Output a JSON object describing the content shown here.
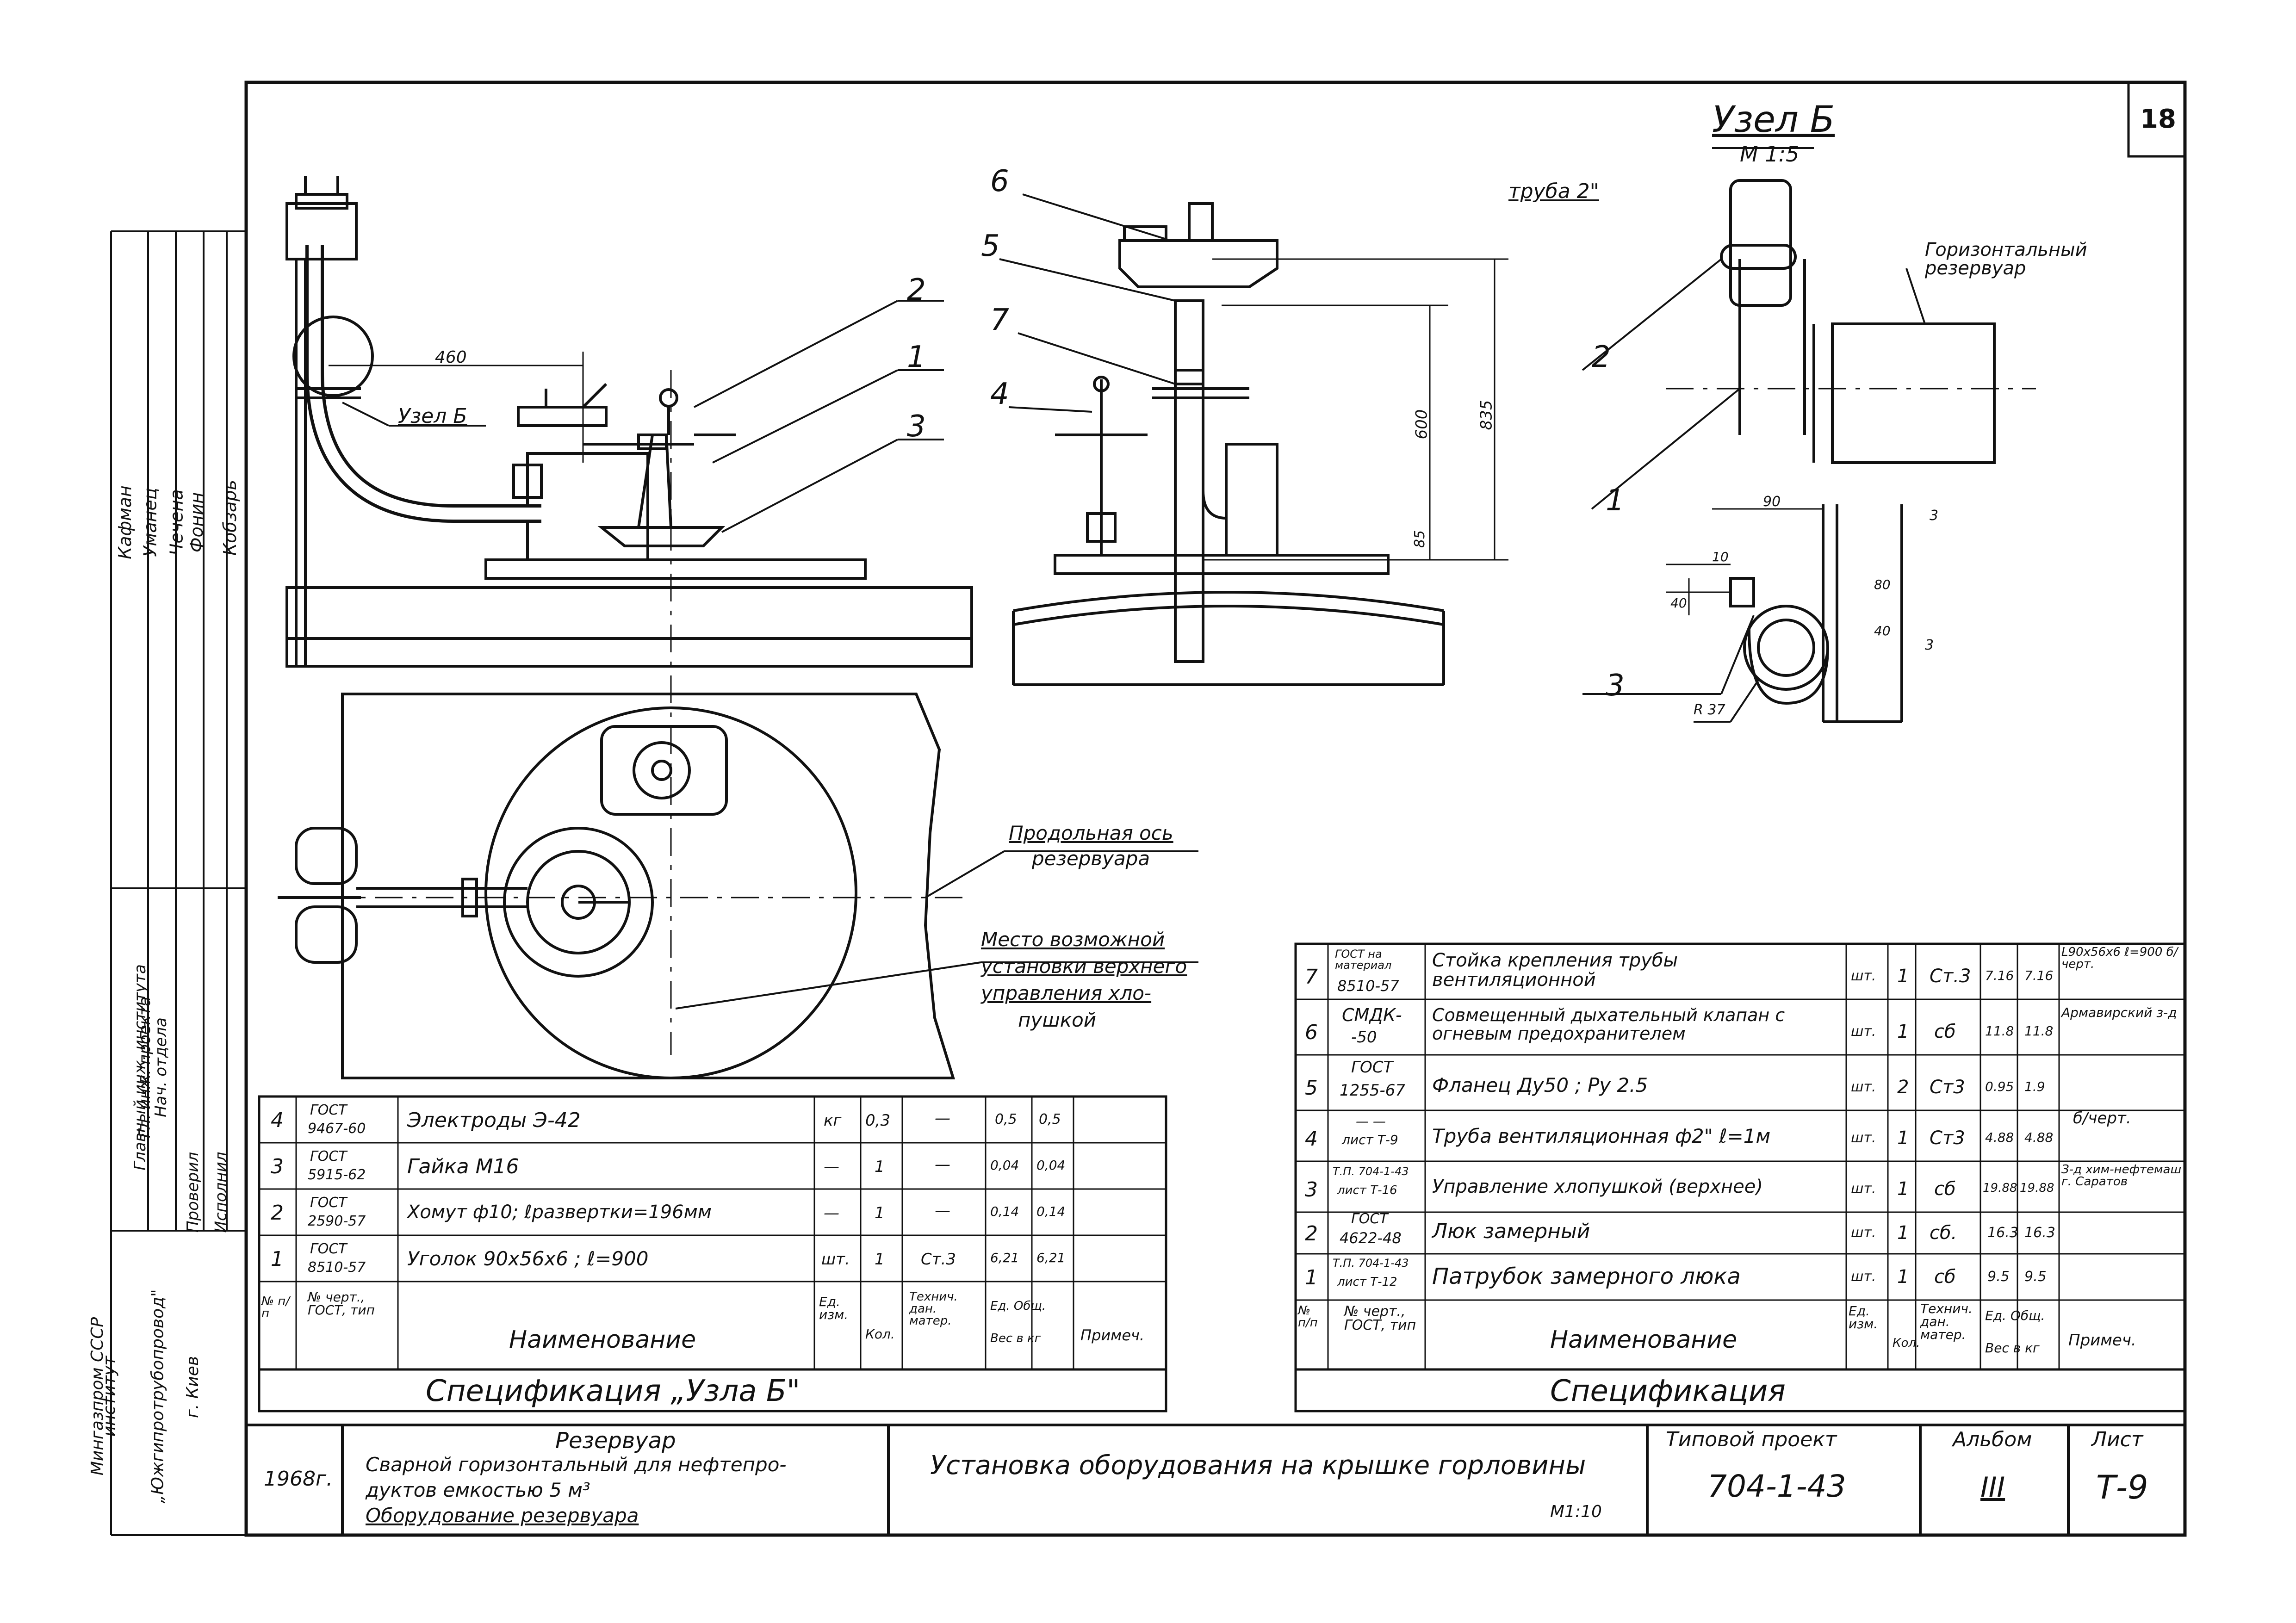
{
  "sheet_number": "18",
  "detail_b": {
    "title": "Узел Б",
    "scale": "М 1:5",
    "pipe": "труба 2\"",
    "tank": "Горизонтальный резервуар",
    "pos2": "2",
    "pos1": "1",
    "pos3": "3",
    "dim_90": "90",
    "dim_3a": "3",
    "dim_3b": "3",
    "dim_10": "10",
    "dim_40": "40",
    "dim_80": "80",
    "dim_40b": "40",
    "radius": "R 37"
  },
  "left_view": {
    "dim_460": "460",
    "node_b": "Узел Б",
    "pos2": "2",
    "pos1": "1",
    "pos3": "3"
  },
  "mid_view": {
    "pos6": "6",
    "pos5": "5",
    "pos7": "7",
    "pos4": "4",
    "dim_600": "600",
    "dim_835": "835",
    "dim_85": "85"
  },
  "plan_view": {
    "axis_label_1": "Продольная ось",
    "axis_label_2": "резервуара",
    "place_label_1": "Место возможной",
    "place_label_2": "установки верхнего",
    "place_label_3": "управления хло-",
    "place_label_4": "пушкой"
  },
  "signatures": {
    "names": [
      "Кафман",
      "Уманец",
      "Чечена",
      "Фонин",
      "Кобзарь"
    ],
    "roles": [
      "Главный инж. института",
      "Гл. инж. проекта",
      "Нач. отдела",
      "Проверил",
      "Исполнил"
    ]
  },
  "org": {
    "line1": "Мингазпром СССР",
    "line2": "институт",
    "line3": "„Южгипротрубопровод\"",
    "line4": "г. Киев"
  },
  "spec_b": {
    "title": "Спецификация „Узла Б\"",
    "rows": [
      {
        "n": "4",
        "gost1": "ГОСТ",
        "gost2": "9467-60",
        "name": "Электроды Э-42",
        "unit": "кг",
        "qty": "0,3",
        "mat": "—",
        "w1": "0,5",
        "w2": "0,5"
      },
      {
        "n": "3",
        "gost1": "ГОСТ",
        "gost2": "5915-62",
        "name": "Гайка  М16",
        "unit": "—",
        "qty": "1",
        "mat": "—",
        "w1": "0,04",
        "w2": "0,04"
      },
      {
        "n": "2",
        "gost1": "ГОСТ",
        "gost2": "2590-57",
        "name": "Хомут ф10; ℓразвертки=196мм",
        "unit": "—",
        "qty": "1",
        "mat": "—",
        "w1": "0,14",
        "w2": "0,14"
      },
      {
        "n": "1",
        "gost1": "ГОСТ",
        "gost2": "8510-57",
        "name": "Уголок  90х56х6 ; ℓ=900",
        "unit": "шт.",
        "qty": "1",
        "mat": "Ст.3",
        "w1": "6,21",
        "w2": "6,21"
      }
    ],
    "header": {
      "n": "№ п/п",
      "gost": "№ черт., ГОСТ, тип",
      "name": "Наименование",
      "unit": "Ед. изм.",
      "qty": "Кол.",
      "mat": "Технич. дан. матер.",
      "w": "Ед. Общ.",
      "w2": "Вес в кг",
      "note": "Примеч."
    }
  },
  "spec_main": {
    "title": "Спецификация",
    "rows": [
      {
        "n": "7",
        "gost1": "ГОСТ на материал",
        "gost2": "8510-57",
        "name": "Стойка крепления трубы вентиляционной",
        "unit": "шт.",
        "qty": "1",
        "mat": "Ст.3",
        "w1": "7.16",
        "w2": "7.16",
        "note": "L90х56х6 ℓ=900 б/черт."
      },
      {
        "n": "6",
        "gost1": "СМДК-",
        "gost2": "-50",
        "name": "Совмещенный дыхательный клапан с огневым предохранителем",
        "unit": "шт.",
        "qty": "1",
        "mat": "сб",
        "w1": "11.8",
        "w2": "11.8",
        "note": "Армавирский з-д"
      },
      {
        "n": "5",
        "gost1": "ГОСТ",
        "gost2": "1255-67",
        "name": "Фланец Ду50 ; Ру 2.5",
        "unit": "шт.",
        "qty": "2",
        "mat": "Ст3",
        "w1": "0.95",
        "w2": "1.9",
        "note": ""
      },
      {
        "n": "4",
        "gost1": "— —",
        "gost2": "лист Т-9",
        "name": "Труба вентиляционная ф2\" ℓ=1м",
        "unit": "шт.",
        "qty": "1",
        "mat": "Ст3",
        "w1": "4.88",
        "w2": "4.88",
        "note": "б/черт."
      },
      {
        "n": "3",
        "gost1": "Т.П. 704-1-43",
        "gost2": "лист Т-16",
        "name": "Управление хлопушкой (верхнее)",
        "unit": "шт.",
        "qty": "1",
        "mat": "сб",
        "w1": "19.88",
        "w2": "19.88",
        "note": "З-д хим-нефтемаш г. Саратов"
      },
      {
        "n": "2",
        "gost1": "ГОСТ",
        "gost2": "4622-48",
        "name": "Люк замерный",
        "unit": "шт.",
        "qty": "1",
        "mat": "сб.",
        "w1": "16.3",
        "w2": "16.3",
        "note": ""
      },
      {
        "n": "1",
        "gost1": "Т.П. 704-1-43",
        "gost2": "лист Т-12",
        "name": "Патрубок замерного люка",
        "unit": "шт.",
        "qty": "1",
        "mat": "сб",
        "w1": "9.5",
        "w2": "9.5",
        "note": ""
      }
    ],
    "header": {
      "n": "№ п/п",
      "gost": "№ черт., ГОСТ, тип",
      "name": "Наименование",
      "unit": "Ед. изм.",
      "qty": "Кол.",
      "mat": "Технич. дан. матер.",
      "w": "Ед. Общ.",
      "w2": "Вес в кг",
      "note": "Примеч."
    }
  },
  "title_block": {
    "year": "1968г.",
    "object_title": "Резервуар",
    "object_desc1": "Сварной горизонтальный для нефтепро-",
    "object_desc2": "дуктов емкостью  5    м³",
    "object_desc3": "Оборудование резервуара",
    "drawing_title": "Установка оборудования на крышке горловины",
    "scale": "М1:10",
    "project_label": "Типовой проект",
    "project_no": "704-1-43",
    "album_label": "Альбом",
    "album_no": "III",
    "sheet_label": "Лист",
    "sheet_no": "Т-9"
  }
}
